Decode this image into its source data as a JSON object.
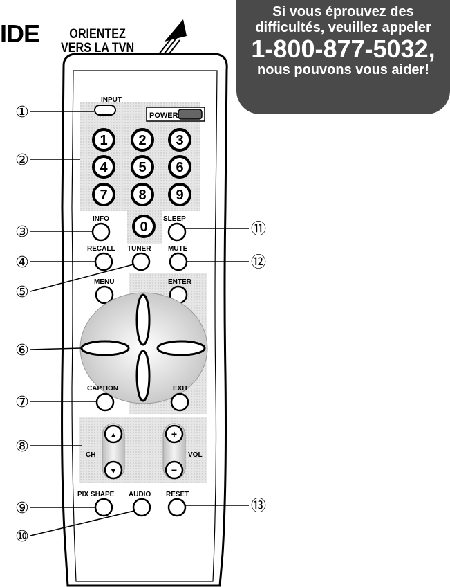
{
  "header": {
    "title": "IDE",
    "orient_line1": "ORIENTEZ",
    "orient_line2": "VERS LA TVN"
  },
  "help_box": {
    "line1": "Si vous éprouvez des",
    "line2": "difficultés, veuillez appeler",
    "phone": "1-800-877-5032,",
    "line4": "nous pouvons vous aider!"
  },
  "remote": {
    "buttons": {
      "input": "INPUT",
      "power": "POWER",
      "info": "INFO",
      "sleep": "SLEEP",
      "recall": "RECALL",
      "tuner": "TUNER",
      "mute": "MUTE",
      "menu": "MENU",
      "enter": "ENTER",
      "caption": "CAPTION",
      "exit": "EXIT",
      "ch": "CH",
      "vol": "VOL",
      "pix_shape": "PIX SHAPE",
      "audio": "AUDIO",
      "reset": "RESET"
    },
    "digits": [
      "1",
      "2",
      "3",
      "4",
      "5",
      "6",
      "7",
      "8",
      "9",
      "0"
    ],
    "rocker_symbols": {
      "ch_up": "▲",
      "ch_down": "▼",
      "vol_up": "+",
      "vol_down": "−"
    }
  },
  "callouts": [
    "①",
    "②",
    "③",
    "④",
    "⑤",
    "⑥",
    "⑦",
    "⑧",
    "⑨",
    "⑩",
    "⑪",
    "⑫",
    "⑬"
  ]
}
